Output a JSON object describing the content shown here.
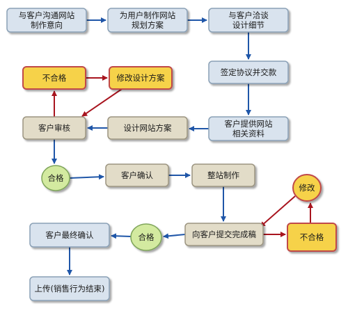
{
  "nodes": [
    {
      "id": "n1",
      "lines": [
        "与客户沟通网站",
        "制作意向"
      ],
      "style": "blue"
    },
    {
      "id": "n2",
      "lines": [
        "为用户制作网站",
        "规划方案"
      ],
      "style": "blue"
    },
    {
      "id": "n3",
      "lines": [
        "与客户洽谈",
        "设计细节"
      ],
      "style": "blue"
    },
    {
      "id": "n4",
      "lines": [
        "签定协议并交款"
      ],
      "style": "blue"
    },
    {
      "id": "n5",
      "lines": [
        "客户提供网站",
        "相关资料"
      ],
      "style": "blue"
    },
    {
      "id": "n6",
      "lines": [
        "设计网站方案"
      ],
      "style": "tan"
    },
    {
      "id": "n7",
      "lines": [
        "客户审核"
      ],
      "style": "tan"
    },
    {
      "id": "n8",
      "lines": [
        "不合格"
      ],
      "style": "yellow"
    },
    {
      "id": "n9",
      "lines": [
        "修改设计方案"
      ],
      "style": "yellow"
    },
    {
      "id": "n10",
      "lines": [
        "合格"
      ],
      "style": "green"
    },
    {
      "id": "n11",
      "lines": [
        "客户确认"
      ],
      "style": "tan"
    },
    {
      "id": "n12",
      "lines": [
        "整站制作"
      ],
      "style": "tan"
    },
    {
      "id": "n13",
      "lines": [
        "向客户提交完成稿"
      ],
      "style": "tan"
    },
    {
      "id": "n14",
      "lines": [
        "不合格"
      ],
      "style": "yellow"
    },
    {
      "id": "n15",
      "lines": [
        "修改"
      ],
      "style": "yellow"
    },
    {
      "id": "n16",
      "lines": [
        "合格"
      ],
      "style": "green"
    },
    {
      "id": "n17",
      "lines": [
        "客户最终确认"
      ],
      "style": "blue"
    },
    {
      "id": "n18",
      "lines": [
        "上传(销售行为结束)"
      ],
      "style": "blue"
    }
  ],
  "edges": [
    {
      "from": "n1",
      "to": "n2",
      "color": "blue"
    },
    {
      "from": "n2",
      "to": "n3",
      "color": "blue"
    },
    {
      "from": "n3",
      "to": "n4",
      "color": "blue"
    },
    {
      "from": "n4",
      "to": "n5",
      "color": "blue"
    },
    {
      "from": "n5",
      "to": "n6",
      "color": "blue"
    },
    {
      "from": "n6",
      "to": "n7",
      "color": "blue"
    },
    {
      "from": "n7",
      "to": "n8",
      "color": "red"
    },
    {
      "from": "n8",
      "to": "n9",
      "color": "red"
    },
    {
      "from": "n9",
      "to": "n7",
      "color": "red"
    },
    {
      "from": "n7",
      "to": "n10",
      "color": "blue"
    },
    {
      "from": "n10",
      "to": "n11",
      "color": "blue"
    },
    {
      "from": "n11",
      "to": "n12",
      "color": "blue"
    },
    {
      "from": "n12",
      "to": "n13",
      "color": "blue"
    },
    {
      "from": "n13",
      "to": "n14",
      "color": "red"
    },
    {
      "from": "n14",
      "to": "n15",
      "color": "red"
    },
    {
      "from": "n15",
      "to": "n13",
      "color": "red"
    },
    {
      "from": "n13",
      "to": "n16",
      "color": "blue"
    },
    {
      "from": "n16",
      "to": "n17",
      "color": "blue"
    },
    {
      "from": "n17",
      "to": "n18",
      "color": "blue"
    }
  ],
  "colors": {
    "blue_fill": "#d9e3ee",
    "blue_border": "#8aa0b5",
    "tan_fill": "#e2dcc8",
    "tan_border": "#9b9480",
    "yellow_fill": "#f6d24a",
    "yellow_border": "#c04848",
    "green_fill": "#d3eaa0",
    "green_border": "#7fa55a",
    "arrow_blue": "#1f56a8",
    "arrow_red": "#a8141e"
  }
}
